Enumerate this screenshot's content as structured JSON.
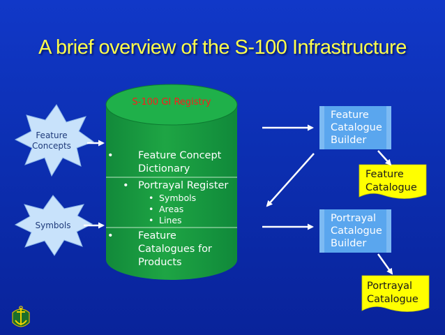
{
  "title": "A brief overview of the S-100 Infrastructure",
  "registry": {
    "label": "S-100 GI Registry",
    "sections": [
      {
        "label": "Feature Concept Dictionary",
        "items": []
      },
      {
        "label": "Portrayal Register",
        "items": [
          "Symbols",
          "Areas",
          "Lines"
        ]
      },
      {
        "label": "Feature Catalogues for Products",
        "items": []
      }
    ]
  },
  "inputs": [
    {
      "label": "Feature Concepts"
    },
    {
      "label": "Symbols"
    }
  ],
  "builders": [
    {
      "label": "Feature Catalogue Builder"
    },
    {
      "label": "Portrayal Catalogue Builder"
    }
  ],
  "outputs": [
    {
      "label": "Feature Catalogue"
    },
    {
      "label": "Portrayal Catalogue"
    }
  ],
  "colors": {
    "background": "#0c2fb2",
    "title": "#ffff4a",
    "cylinder": "#169a3c",
    "builder_box": "#5aa6ee",
    "output_note": "#ffff00",
    "input_star": "#c8e2fb"
  },
  "logo": {
    "icon": "anchor-crest-icon"
  }
}
